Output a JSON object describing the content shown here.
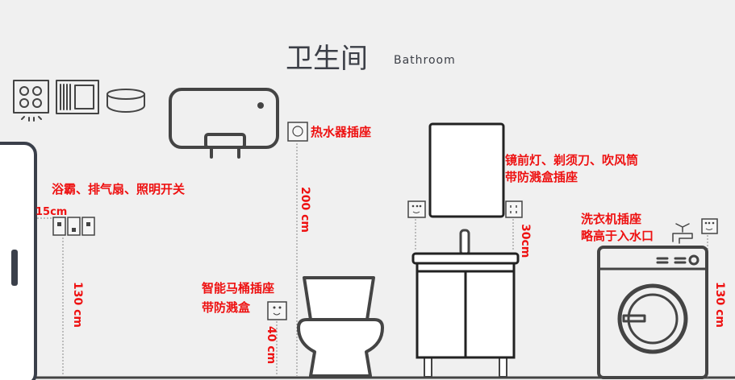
{
  "title": {
    "zh": "卫生间",
    "en": "Bathroom"
  },
  "labels": {
    "water_heater_socket": "热水器插座",
    "switch_note": "浴霸、排气扇、照明开关",
    "switch_gap": "15cm",
    "switch_height": "130 cm",
    "heater_height": "200 cm",
    "toilet_line1": "智能马桶插座",
    "toilet_line2": "带防溅盒",
    "toilet_height": "40 cm",
    "mirror_line1": "镜前灯、剃须刀、吹风筒",
    "mirror_line2": "带防溅盒插座",
    "mirror_height": "30cm",
    "washer_line1": "洗衣机插座",
    "washer_line2": "略高于入水口",
    "washer_height": "130 cm"
  },
  "colors": {
    "annotation": "#ee1111",
    "outline": "#444444",
    "background": "#f0f0f0"
  }
}
